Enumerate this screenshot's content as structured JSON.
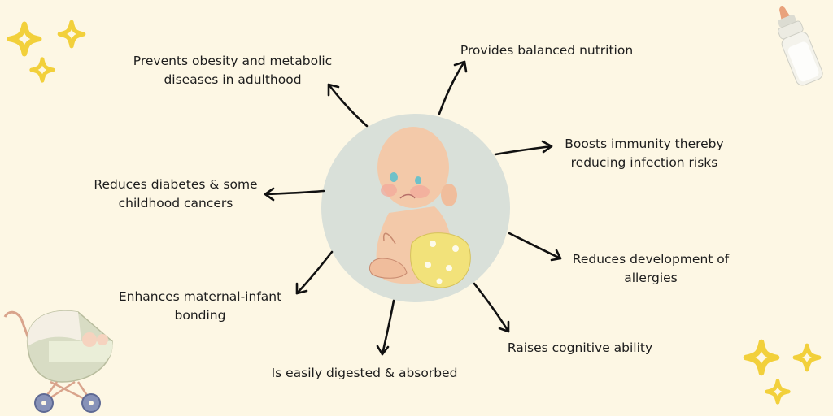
{
  "benefits": [
    {
      "line1": "Prevents obesity and metabolic",
      "line2": "diseases in adulthood"
    },
    {
      "line1": "Provides balanced nutrition"
    },
    {
      "line1": "Boosts immunity thereby",
      "line2": "reducing infection risks"
    },
    {
      "line1": "Reduces diabetes & some",
      "line2": "childhood cancers"
    },
    {
      "line1": "Reduces development of",
      "line2": "allergies"
    },
    {
      "line1": "Enhances maternal-infant",
      "line2": "bonding"
    },
    {
      "line1": "Raises cognitive ability"
    },
    {
      "line1": "Is easily digested & absorbed"
    }
  ],
  "colors": {
    "background": "#fdf7e4",
    "circle": "#d9e0d9",
    "sparkle": "#f2d03b",
    "arrow": "#111111",
    "diaper": "#f2e27a",
    "skin": "#f3c9a9"
  },
  "icons": [
    "sparkle-icon",
    "baby-bottle-icon",
    "baby-stroller-icon",
    "baby-illustration"
  ]
}
